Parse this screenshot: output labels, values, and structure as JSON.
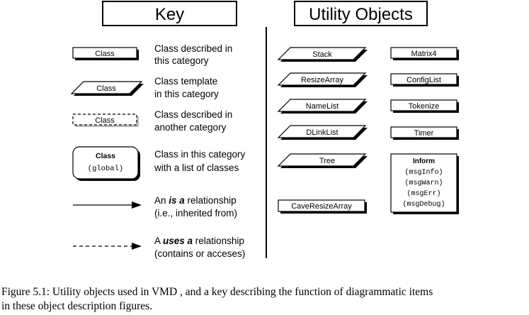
{
  "key": {
    "title": "Key",
    "class_box_label": "Class",
    "class_desc": [
      "Class described in",
      "this category"
    ],
    "template_box_label": "Class",
    "template_desc": [
      "Class template",
      "in this category"
    ],
    "external_box_label": "Class",
    "external_desc": [
      "Class described in",
      "another category"
    ],
    "list_box_title": "Class",
    "list_box_sub": "(global)",
    "list_desc": [
      "Class in this category",
      "with a list of classes"
    ],
    "isa_prefix": "An ",
    "isa_emph": "is a",
    "isa_suffix": " relationship",
    "isa_line2": "(i.e., inherited from)",
    "uses_prefix": "A ",
    "uses_emph": "uses a",
    "uses_suffix": " relationship",
    "uses_line2": "(contains or acceses)"
  },
  "utility": {
    "title": "Utility Objects",
    "templates": [
      "Stack",
      "ResizeArray",
      "NameList",
      "DLinkList",
      "Tree"
    ],
    "classes": [
      "Matrix4",
      "ConfigList",
      "Tokenize",
      "Timer"
    ],
    "bottom_class": "CaveResizeArray",
    "inform": {
      "title": "Inform",
      "items": [
        "(msgInfo)",
        "(msgWarn)",
        "(msgErr)",
        "(msgDebug)"
      ]
    }
  },
  "caption": {
    "line1": "Figure 5.1: Utility objects used in VMD , and a key describing the function of diagrammatic items",
    "line2": "in these object description figures."
  }
}
